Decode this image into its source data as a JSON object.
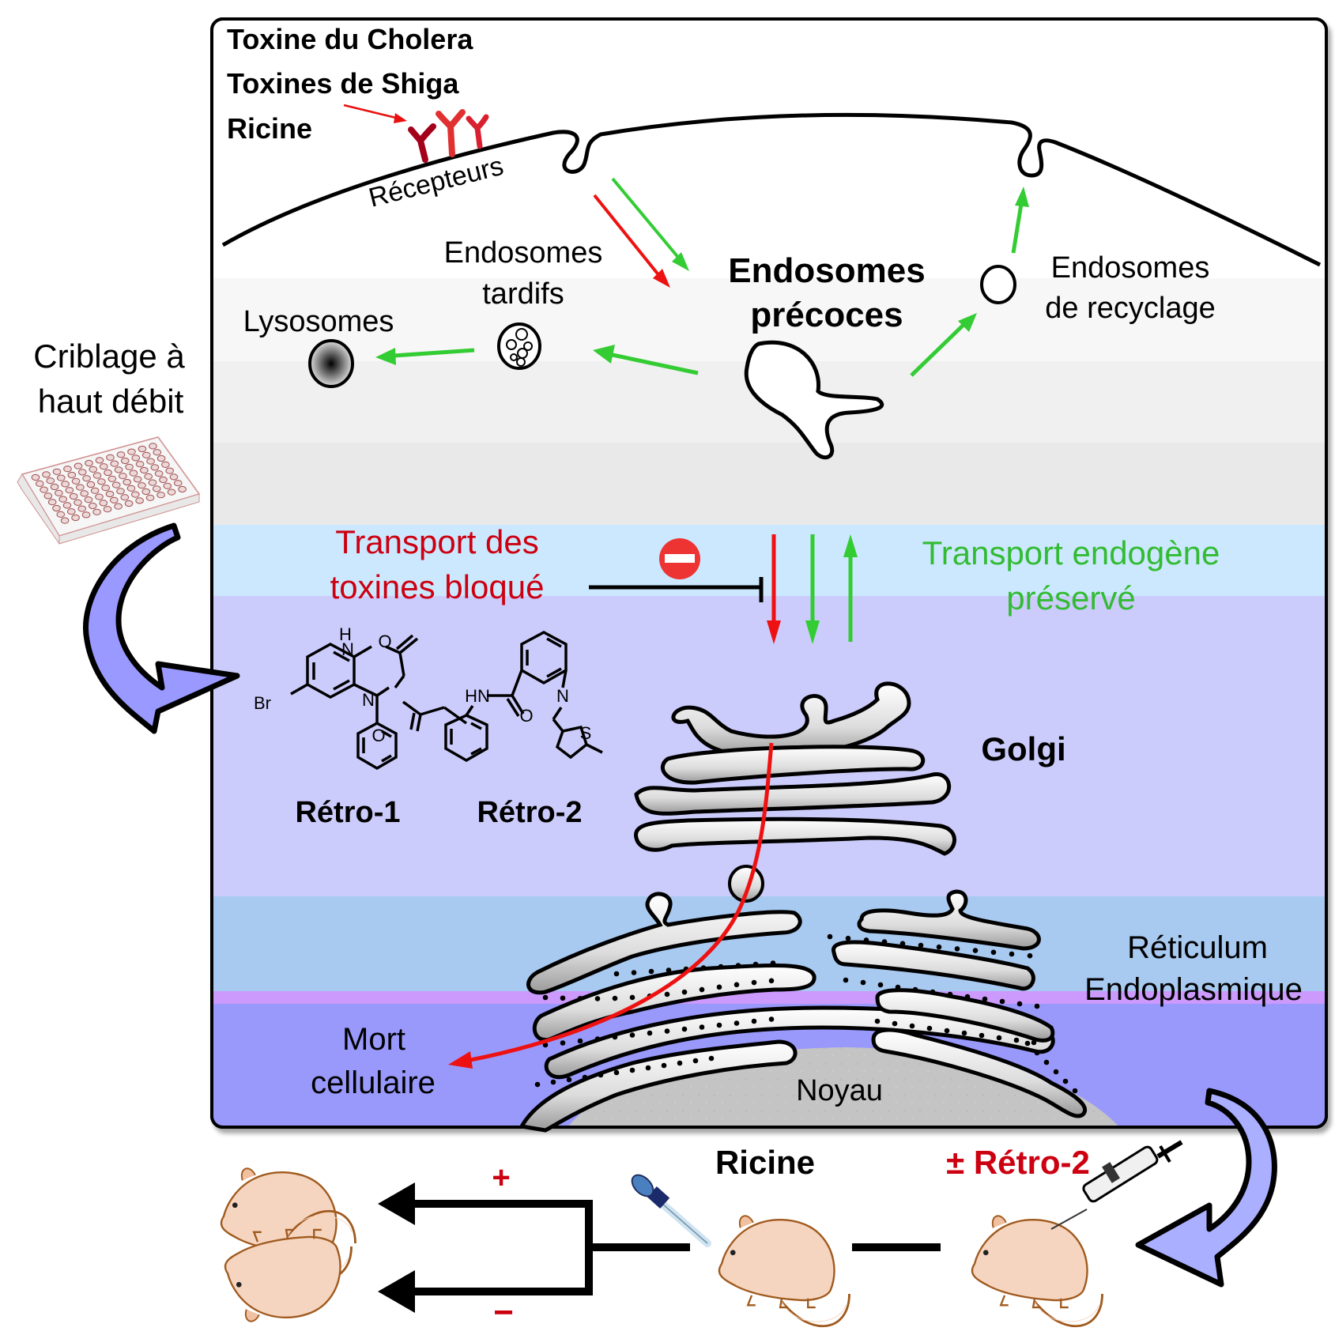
{
  "toxins": {
    "cholera": "Toxine du Cholera",
    "shiga": "Toxines de Shiga",
    "ricin": "Ricine"
  },
  "membrane": {
    "receptors_label": "Récepteurs"
  },
  "compartments": {
    "late_endosomes_line1": "Endosomes",
    "late_endosomes_line2": "tardifs",
    "lysosomes": "Lysosomes",
    "early_endosomes_line1": "Endosomes",
    "early_endosomes_line2": "précoces",
    "recycling_endosomes_line1": "Endosomes",
    "recycling_endosomes_line2": "de recyclage",
    "golgi": "Golgi",
    "er_line1": "Réticulum",
    "er_line2": "Endoplasmique",
    "nucleus": "Noyau",
    "cell_death_line1": "Mort",
    "cell_death_line2": "cellulaire"
  },
  "transport": {
    "blocked_line1": "Transport des",
    "blocked_line2": "toxines bloqué",
    "preserved_line1": "Transport endogène",
    "preserved_line2": "préservé"
  },
  "screening": {
    "line1": "Criblage à",
    "line2": "haut débit"
  },
  "compounds": {
    "retro1": "Rétro-1",
    "retro2": "Rétro-2",
    "retro1_atoms": {
      "h": "H",
      "n1": "N",
      "o1": "O",
      "n2": "N",
      "o2": "O",
      "br": "Br"
    },
    "retro2_atoms": {
      "hn": "HN",
      "o": "O",
      "n": "N",
      "s": "S"
    }
  },
  "in_vivo": {
    "ricin_label": "Ricine",
    "retro2_label": "± Rétro-2",
    "plus_sign": "+",
    "minus_sign": "−"
  },
  "colors": {
    "toxin_red": "#cc0011",
    "arrow_red": "#ee1111",
    "arrow_green": "#33cc33",
    "preserved_green": "#33bb33",
    "band_white": "#ffffff",
    "band_grey1": "#f5f5f5",
    "band_grey2": "#efefef",
    "band_grey3": "#e9e9e9",
    "band_lightblue": "#cce8ff",
    "band_lavender": "#ccccff",
    "band_skyblue": "#a8c8f0",
    "band_pink": "#cc99ff",
    "band_periwinkle": "#9999ff",
    "curved_arrow_fill": "#9999ff",
    "mouse_fill": "#f5d5c0",
    "mouse_stroke": "#a05a1e"
  }
}
